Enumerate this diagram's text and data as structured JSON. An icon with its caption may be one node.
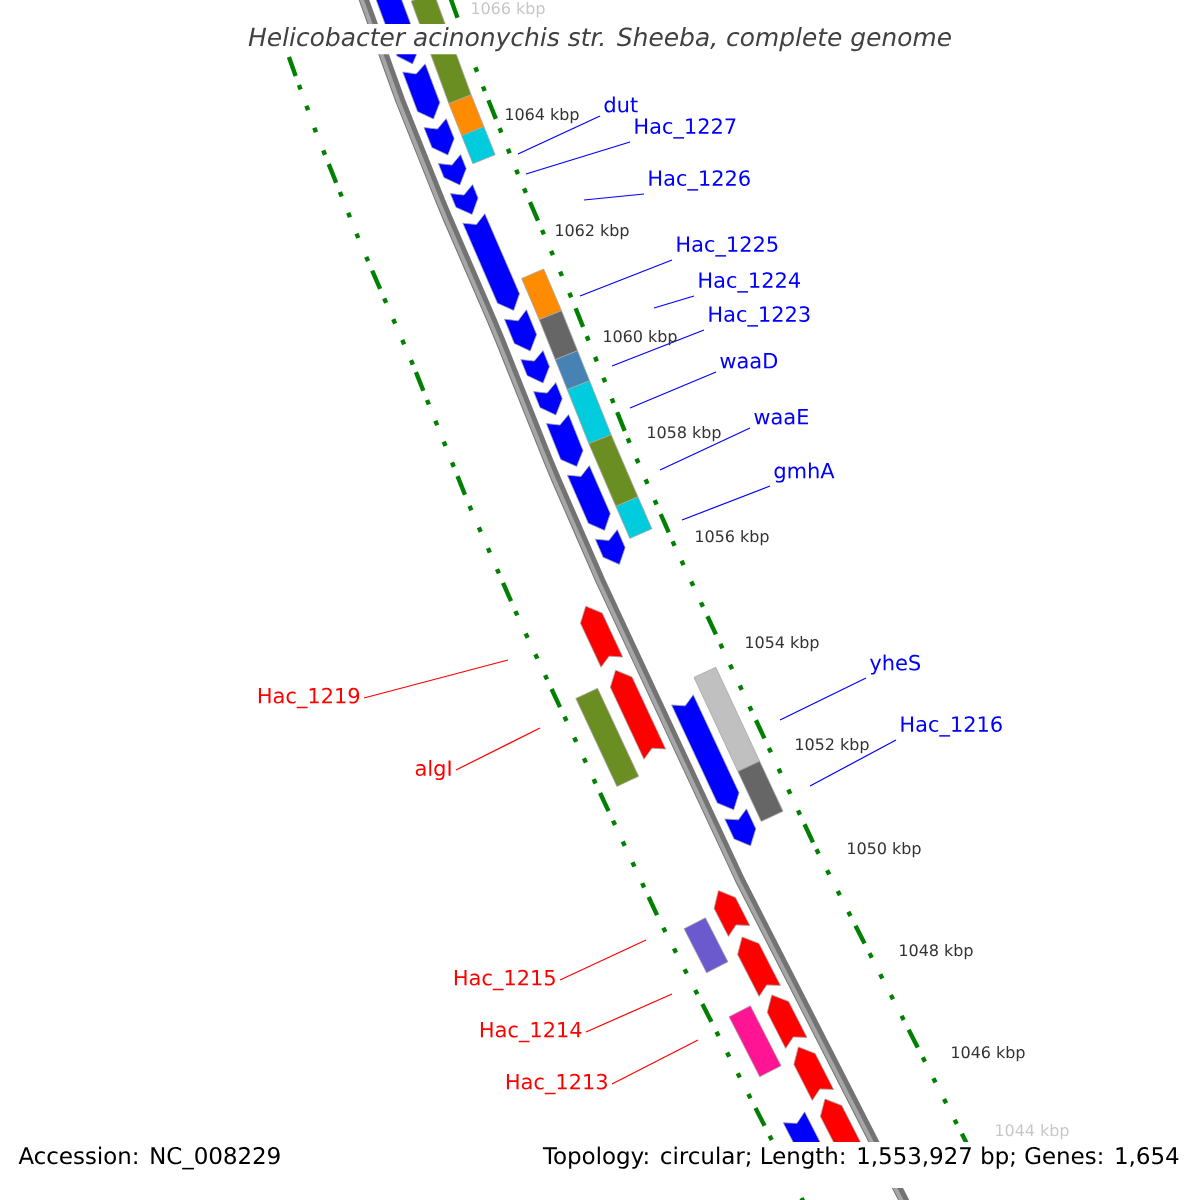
{
  "diagram": {
    "title": "Helicobacter acinonychis str. Sheeba, complete genome",
    "nodes": [
      {
        "text": [
          "dut"
        ]
      },
      {
        "text": [
          "Hac_1227"
        ]
      },
      {
        "text": [
          "Hac_1226"
        ]
      },
      {
        "text": [
          "Hac_1225"
        ]
      },
      {
        "text": [
          "Hac_1224"
        ]
      },
      {
        "text": [
          "Hac_1223"
        ]
      },
      {
        "text": [
          "waaD"
        ]
      },
      {
        "text": [
          "waaE"
        ]
      },
      {
        "text": [
          "gmhA"
        ]
      },
      {
        "text": [
          "Hac_1219"
        ]
      },
      {
        "text": [
          "algI"
        ]
      },
      {
        "text": [
          "yheS"
        ]
      },
      {
        "text": [
          "Hac_1216"
        ]
      },
      {
        "text": [
          "Hac_1215"
        ]
      },
      {
        "text": [
          "Hac_1214"
        ]
      },
      {
        "text": [
          "Hac_1213"
        ]
      }
    ],
    "edges": [
      {
        "from": 0,
        "to": null,
        "arrow": "none"
      },
      {
        "from": 1,
        "to": null,
        "arrow": "none"
      },
      {
        "from": 2,
        "to": null,
        "arrow": "none"
      },
      {
        "from": 3,
        "to": null,
        "arrow": "none"
      },
      {
        "from": 4,
        "to": null,
        "arrow": "none"
      },
      {
        "from": 5,
        "to": null,
        "arrow": "none"
      },
      {
        "from": 6,
        "to": null,
        "arrow": "none"
      },
      {
        "from": 7,
        "to": null,
        "arrow": "none"
      },
      {
        "from": 8,
        "to": null,
        "arrow": "none"
      },
      {
        "from": 9,
        "to": null,
        "arrow": "none",
        "color": "#ff0000"
      },
      {
        "from": 10,
        "to": null,
        "arrow": "none",
        "color": "#ff0000"
      },
      {
        "from": 11,
        "to": null,
        "arrow": "none"
      },
      {
        "from": 12,
        "to": null,
        "arrow": "none"
      },
      {
        "from": 13,
        "to": null,
        "arrow": "none",
        "color": "#ff0000"
      },
      {
        "from": 14,
        "to": null,
        "arrow": "none",
        "color": "#ff0000"
      },
      {
        "from": 15,
        "to": null,
        "arrow": "none",
        "color": "#ff0000"
      }
    ],
    "labels": [
      "1066 kbp",
      "1064 kbp",
      "1062 kbp",
      "1060 kbp",
      "1058 kbp",
      "1056 kbp",
      "1054 kbp",
      "1052 kbp",
      "1050 kbp",
      "1048 kbp",
      "1046 kbp",
      "1044 kbp",
      "Accession: NC_008229",
      "Topology: circular; Length: 1,553,927 bp; Genes: 1,654"
    ]
  }
}
